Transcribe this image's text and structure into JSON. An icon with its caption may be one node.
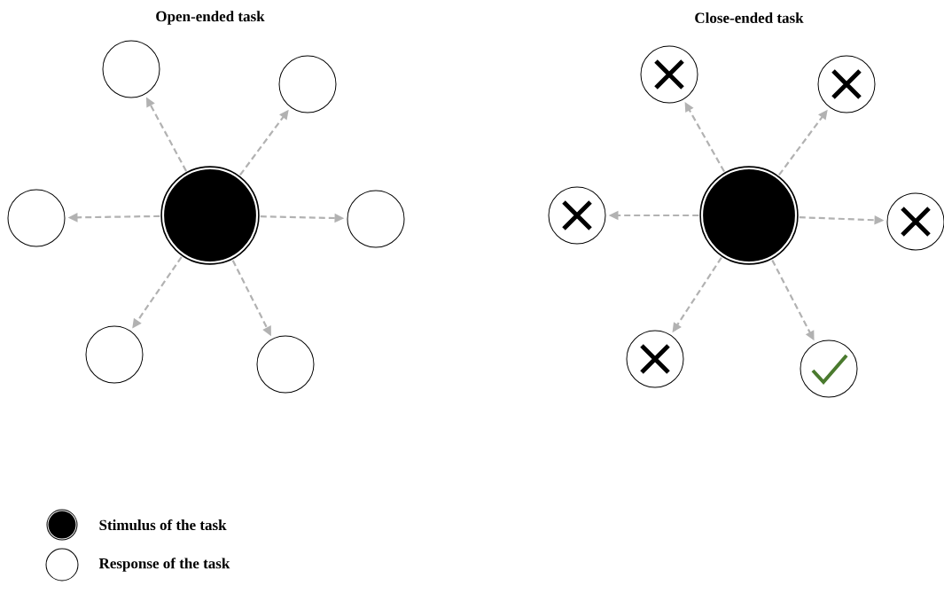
{
  "diagram": {
    "nodes": [
      {
        "text": [],
        "shape": "circle"
      },
      {
        "text": [],
        "shape": "circle"
      },
      {
        "text": [],
        "shape": "circle"
      },
      {
        "text": [],
        "shape": "circle"
      },
      {
        "text": [],
        "shape": "circle"
      },
      {
        "text": [],
        "shape": "circle"
      },
      {
        "text": [],
        "shape": "circle"
      },
      {
        "text": [],
        "shape": "circle"
      },
      {
        "text": [],
        "shape": "circle"
      },
      {
        "text": [],
        "shape": "circle"
      },
      {
        "text": [],
        "shape": "circle"
      },
      {
        "text": [],
        "shape": "circle"
      },
      {
        "text": [],
        "shape": "circle"
      },
      {
        "text": [],
        "shape": "circle"
      }
    ],
    "edges": [
      {
        "from": 0,
        "to": 1,
        "arrow": "to",
        "style": "dashed"
      },
      {
        "from": 0,
        "to": 2,
        "arrow": "to",
        "style": "dashed"
      },
      {
        "from": 0,
        "to": 3,
        "arrow": "to",
        "style": "dashed"
      },
      {
        "from": 0,
        "to": 4,
        "arrow": "to",
        "style": "dashed"
      },
      {
        "from": 0,
        "to": 5,
        "arrow": "to",
        "style": "dashed"
      },
      {
        "from": 0,
        "to": 6,
        "arrow": "to",
        "style": "dashed"
      },
      {
        "from": 7,
        "to": 8,
        "arrow": "to",
        "style": "dashed"
      },
      {
        "from": 7,
        "to": 9,
        "arrow": "to",
        "style": "dashed"
      },
      {
        "from": 7,
        "to": 10,
        "arrow": "to",
        "style": "dashed"
      },
      {
        "from": 7,
        "to": 11,
        "arrow": "to",
        "style": "dashed"
      },
      {
        "from": 7,
        "to": 12,
        "arrow": "to",
        "style": "dashed"
      },
      {
        "from": 7,
        "to": 13,
        "arrow": "to",
        "style": "dashed"
      }
    ],
    "labels": [
      "Open-ended task",
      "Close-ended task"
    ],
    "legend": [
      {
        "text": "Stimulus of the task"
      },
      {
        "text": "Response of the task"
      }
    ]
  }
}
